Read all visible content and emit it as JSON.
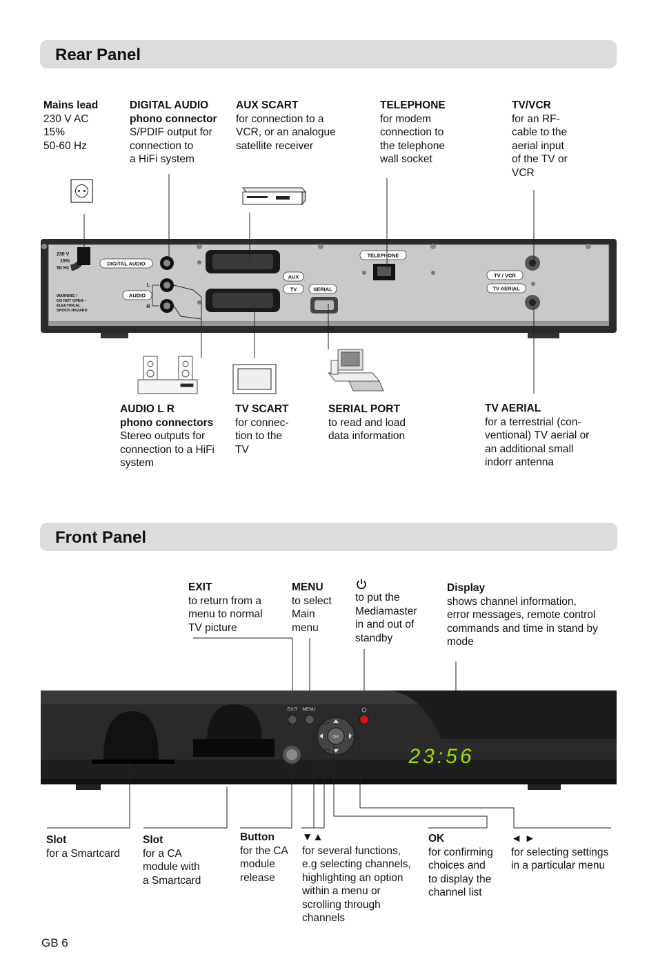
{
  "rear": {
    "title": "Rear Panel",
    "labels": {
      "mains": {
        "title": "Mains lead",
        "body": "230 V AC\n   15%\n50-60 Hz"
      },
      "digital": {
        "title": "DIGITAL AUDIO",
        "sub": "phono connector",
        "body": "S/PDIF output for\nconnection to\na HiFi system"
      },
      "aux": {
        "title": "AUX SCART",
        "body": "for connection to a\nVCR, or an analogue\nsatellite receiver"
      },
      "telephone": {
        "title": "TELEPHONE",
        "body": "for modem\nconnection to\nthe telephone\nwall socket"
      },
      "tvvcr": {
        "title": "TV/VCR",
        "body": "for an RF-\ncable to the\naerial input\nof the TV or\nVCR"
      },
      "audiolr": {
        "title": "AUDIO L  R",
        "sub": "phono connectors",
        "body": "Stereo outputs for\nconnection to a HiFi\nsystem"
      },
      "tvscart": {
        "title": "TV SCART",
        "body": "for connec-\ntion to  the\nTV"
      },
      "serial": {
        "title": "SERIAL PORT",
        "body": "to read and load\ndata information"
      },
      "tvaerial": {
        "title": "TV AERIAL",
        "body": "for a terrestrial (con-\nventional) TV aerial or\nan additional small\nindorr antenna"
      }
    },
    "device_text": {
      "voltage": "230 V",
      "pct": "15%",
      "hz": "50 Hz",
      "warn1": "WARNING !",
      "warn2": "DO NOT OPEN –",
      "warn3": "ELECTRICAL",
      "warn4": "SHOCK HAZARD",
      "digital_audio": "DIGITAL AUDIO",
      "audio": "AUDIO",
      "l": "L",
      "r": "R",
      "aux": "AUX",
      "tv": "TV",
      "serial": "SERIAL",
      "telephone": "TELEPHONE",
      "tv_vcr": "TV / VCR",
      "tv_aerial": "TV AERIAL"
    }
  },
  "front": {
    "title": "Front Panel",
    "labels": {
      "exit": {
        "title": "EXIT",
        "body": "to return from a\nmenu to normal\nTV picture"
      },
      "menu": {
        "title": "MENU",
        "body": "to select\nMain\nmenu"
      },
      "power": {
        "body": "to put the\nMediamaster\nin and out of\nstandby"
      },
      "display": {
        "title": "Display",
        "body": "shows channel information,\nerror messages, remote control\ncommands and time in stand by\nmode"
      },
      "slot1": {
        "title": "Slot",
        "body": "for a Smartcard"
      },
      "slot2": {
        "title": "Slot",
        "body": "for a CA\nmodule  with\na Smartcard"
      },
      "button": {
        "title": "Button",
        "body": "for the CA\nmodule\nrelease"
      },
      "updown": {
        "title": "▼▲",
        "body": "for several functions,\ne.g selecting channels,\nhighlighting an option\nwithin a menu or\nscrolling through\nchannels"
      },
      "ok": {
        "title": "OK",
        "body": "for confirming\nchoices and\nto display the\nchannel list"
      },
      "leftright": {
        "title": "◄  ►",
        "body": "for selecting settings\nin a particular menu"
      }
    },
    "device_text": {
      "exit": "EXIT",
      "menu": "MENU",
      "ok": "OK",
      "time": "23:56"
    }
  },
  "footer": {
    "page": "GB 6"
  }
}
